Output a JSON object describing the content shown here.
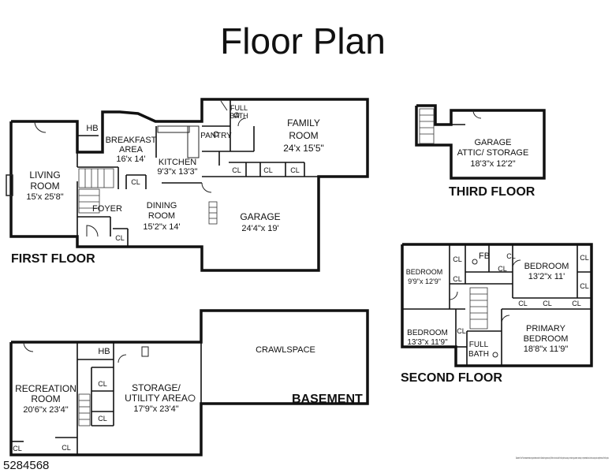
{
  "title": "Floor Plan",
  "listing_id": "5284568",
  "disclaimer": "Disclaimer: Floor Plan measurements are approximate and are for illustrative purposes only. While we do not doubt the floor plan's accuracy, we make no guarantee, warranty, or representation as to the accuracy and completeness of the floor plan.",
  "floors": {
    "first": "FIRST FLOOR",
    "second": "SECOND FLOOR",
    "third": "THIRD FLOOR",
    "basement": "BASEMENT"
  },
  "rooms": {
    "living": {
      "name1": "LIVING",
      "name2": "ROOM",
      "dims": "15'x 25'8\""
    },
    "breakfast": {
      "name1": "BREAKFAST",
      "name2": "AREA",
      "dims": "16'x 14'"
    },
    "kitchen": {
      "name": "KITCHEN",
      "dims": "9'3\"x 13'3\""
    },
    "family": {
      "name1": "FAMILY",
      "name2": "ROOM",
      "dims": "24'x 15'5\""
    },
    "full_bath_1": {
      "name1": "FULL",
      "name2": "BATH"
    },
    "pantry": {
      "name": "PANTRY"
    },
    "hb_1": {
      "name": "HB"
    },
    "foyer": {
      "name": "FOYER"
    },
    "dining": {
      "name1": "DINING",
      "name2": "ROOM",
      "dims": "15'2\"x 14'"
    },
    "garage": {
      "name": "GARAGE",
      "dims": "24'4\"x 19'"
    },
    "garage_attic": {
      "name1": "GARAGE",
      "name2": "ATTIC/ STORAGE",
      "dims": "18'3\"x 12'2\""
    },
    "bedroom_a": {
      "name": "BEDROOM",
      "dims": "9'9\"x 12'9\""
    },
    "fb_2": {
      "name": "FB"
    },
    "bedroom_b": {
      "name": "BEDROOM",
      "dims": "13'2\"x 11'"
    },
    "bedroom_c": {
      "name": "BEDROOM",
      "dims": "13'3\"x 11'9\""
    },
    "full_bath_2": {
      "name1": "FULL",
      "name2": "BATH"
    },
    "primary": {
      "name1": "PRIMARY",
      "name2": "BEDROOM",
      "dims": "18'8\"x 11'9\""
    },
    "crawlspace": {
      "name": "CRAWLSPACE"
    },
    "hb_basement": {
      "name": "HB"
    },
    "recreation": {
      "name1": "RECREATION",
      "name2": "ROOM",
      "dims": "20'6\"x 23'4\""
    },
    "storage": {
      "name1": "STORAGE/",
      "name2": "UTILITY AREA",
      "dims": "17'9\"x 23'4\""
    }
  },
  "closet_label": "CL"
}
